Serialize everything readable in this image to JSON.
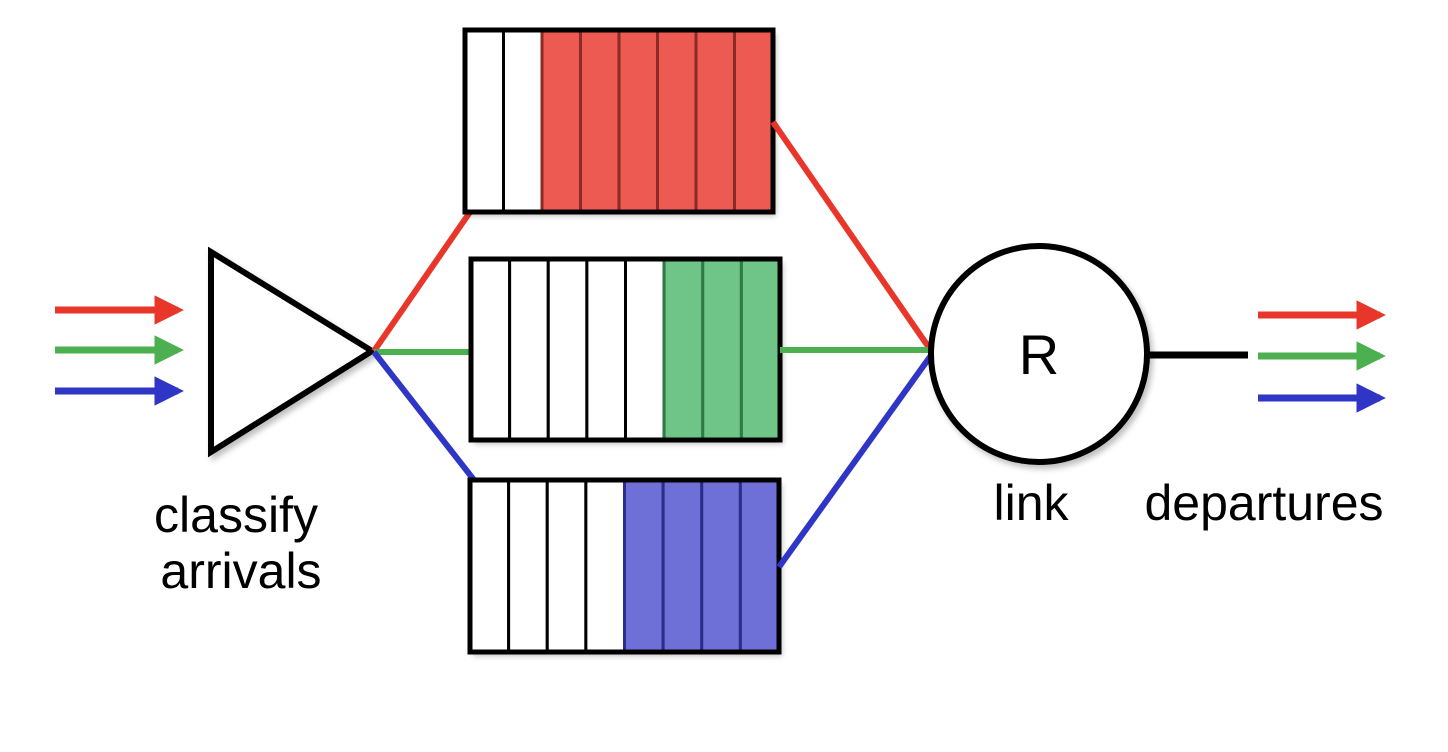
{
  "labels": {
    "classify_line1": "classify",
    "classify_line2": "arrivals",
    "server": "R",
    "link": "link",
    "departures": "departures"
  },
  "colors": {
    "red_flow": "#e8372a",
    "green_flow": "#4caf50",
    "blue_flow": "#2f35c4",
    "red_fill": "#ec5a51",
    "green_fill": "#6fc487",
    "blue_fill": "#6f6fd8",
    "outline": "#000000"
  },
  "queues": [
    {
      "name": "red",
      "total_slots": 8,
      "filled_slots": 6
    },
    {
      "name": "green",
      "total_slots": 8,
      "filled_slots": 3
    },
    {
      "name": "blue",
      "total_slots": 8,
      "filled_slots": 4
    }
  ]
}
